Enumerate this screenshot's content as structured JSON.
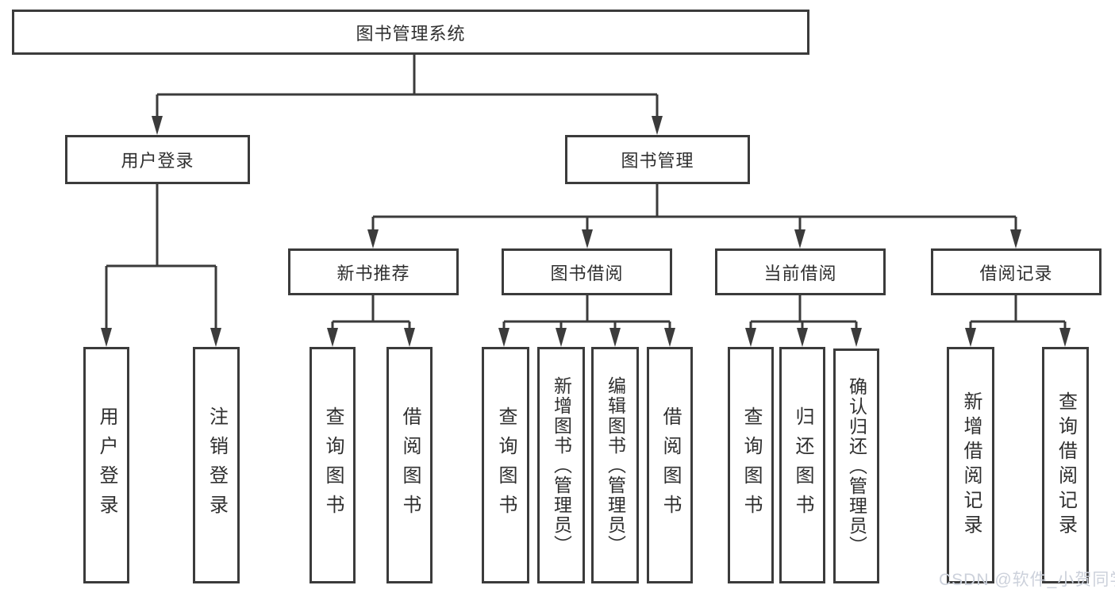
{
  "diagram": {
    "root": "图书管理系统",
    "l2": {
      "user_login": "用户登录",
      "book_mgmt": "图书管理"
    },
    "l3": {
      "new_books": "新书推荐",
      "book_borrow": "图书借阅",
      "current_borrow": "当前借阅",
      "borrow_records": "借阅记录"
    },
    "leaves": {
      "user_login": "用户登录",
      "logout": "注销登录",
      "nb_query": "查询图书",
      "nb_borrow": "借阅图书",
      "bb_query": "查询图书",
      "bb_add": "新增图书（管理员）",
      "bb_edit": "编辑图书（管理员）",
      "bb_borrow": "借阅图书",
      "cb_query": "查询图书",
      "cb_return": "归还图书",
      "cb_confirm": "确认归还（管理员）",
      "br_add": "新增借阅记录",
      "br_query": "查询借阅记录"
    },
    "watermark": "CSDN @软件_小贺同学",
    "colors": {
      "line": "#3b3b3b",
      "text": "#2f2f2f",
      "watermark": "#ccd1db",
      "background": "#ffffff"
    }
  }
}
